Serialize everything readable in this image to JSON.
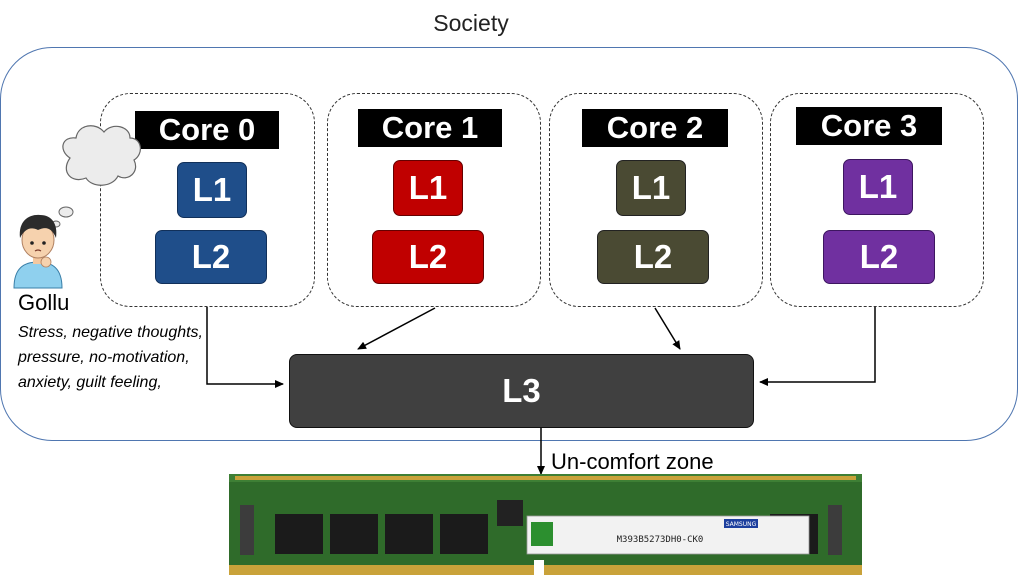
{
  "society": {
    "title": "Society"
  },
  "cores": [
    {
      "label": "Core 0",
      "l1": "L1",
      "l2": "L2",
      "color": "#1f4e8a"
    },
    {
      "label": "Core 1",
      "l1": "L1",
      "l2": "L2",
      "color": "#c00000"
    },
    {
      "label": "Core 2",
      "l1": "L1",
      "l2": "L2",
      "color": "#4a4a33"
    },
    {
      "label": "Core 3",
      "l1": "L1",
      "l2": "L2",
      "color": "#7030a0"
    }
  ],
  "l3": {
    "label": "L3",
    "color": "#404040"
  },
  "person": {
    "name": "Gollu",
    "thoughts": "Stress, negative thoughts, pressure, no-motivation, anxiety, guilt feeling,"
  },
  "memory": {
    "label": "Un-comfort zone",
    "sticker_brand": "SAMSUNG",
    "sticker_text": "M393B5273DH0-CK0"
  }
}
